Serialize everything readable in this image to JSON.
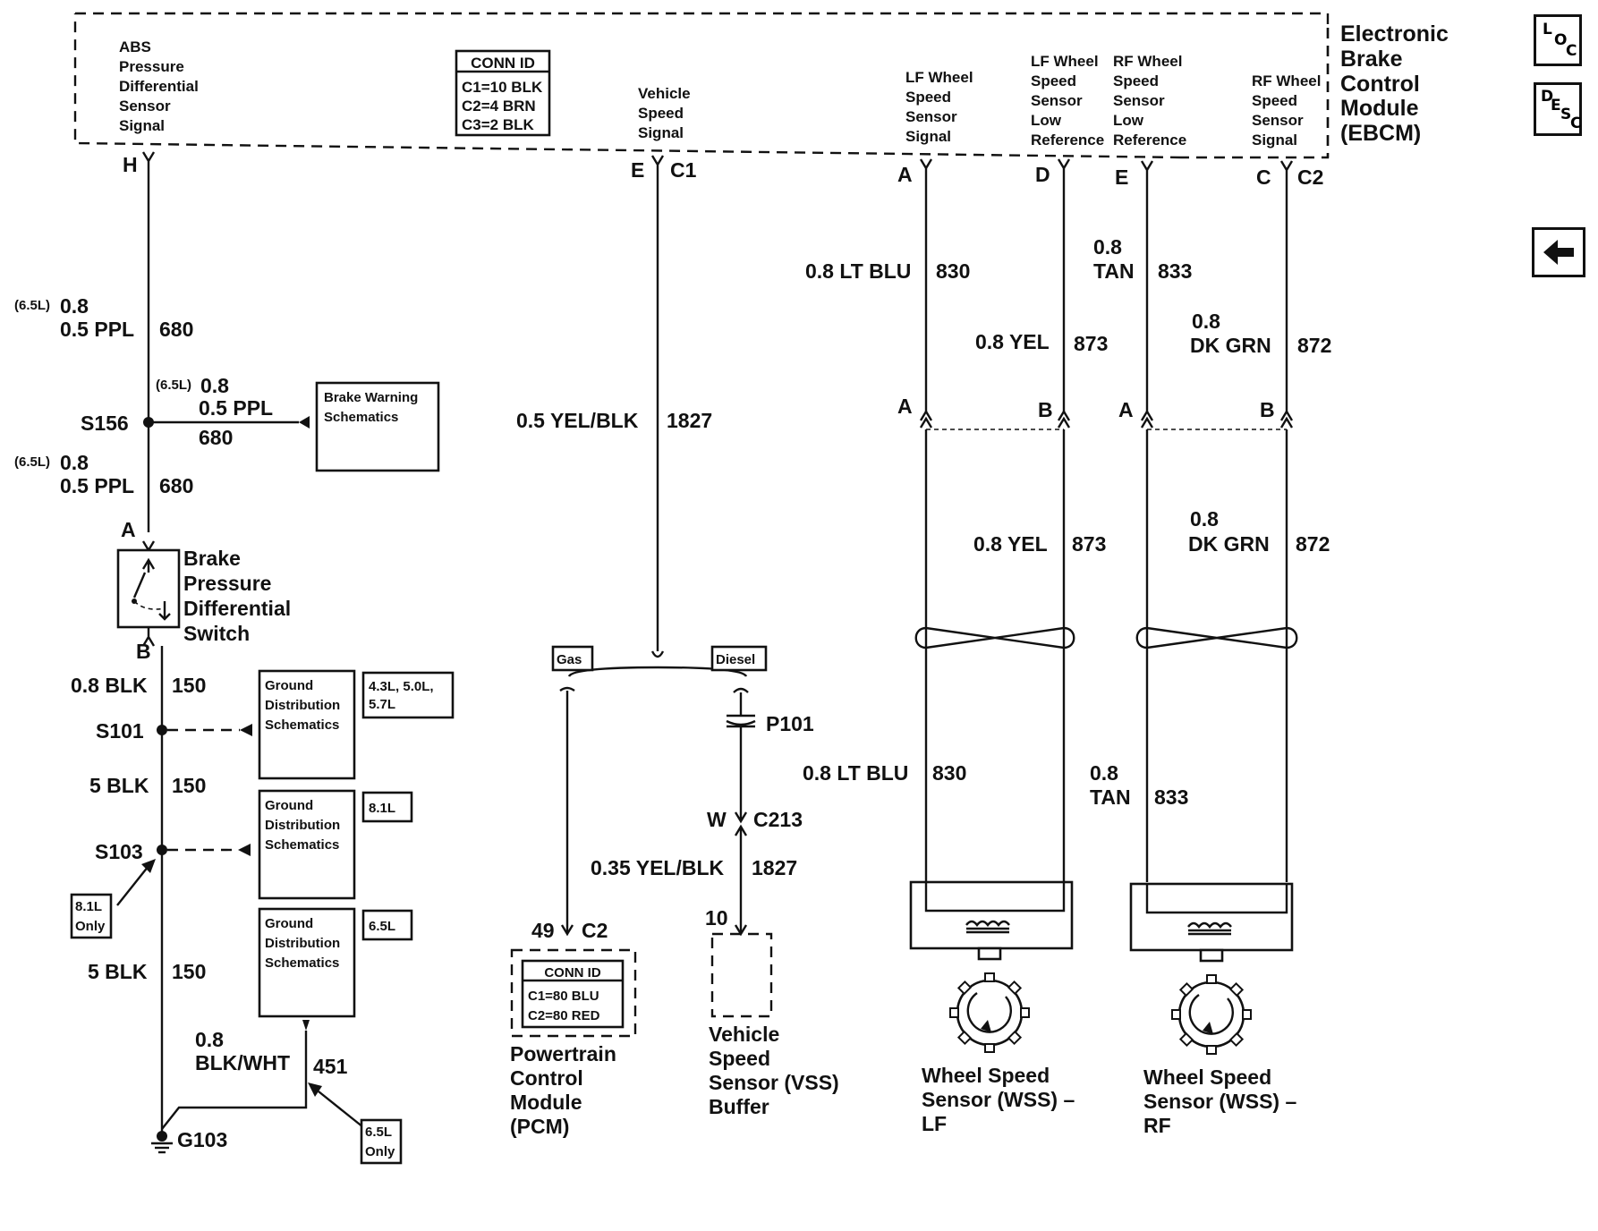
{
  "module": {
    "name_lines": [
      "Electronic",
      "Brake",
      "Control",
      "Module",
      "(EBCM)"
    ],
    "conn_id_title": "CONN ID",
    "conn_id_lines": [
      "C1=10 BLK",
      "C2=4 BRN",
      "C3=2 BLK"
    ],
    "signals": {
      "abs": [
        "ABS",
        "Pressure",
        "Differential",
        "Sensor",
        "Signal"
      ],
      "vss": [
        "Vehicle",
        "Speed",
        "Signal"
      ],
      "lf_signal": [
        "LF Wheel",
        "Speed",
        "Sensor",
        "Signal"
      ],
      "lf_low": [
        "LF Wheel",
        "Speed",
        "Sensor",
        "Low",
        "Reference"
      ],
      "rf_low": [
        "RF Wheel",
        "Speed",
        "Sensor",
        "Low",
        "Reference"
      ],
      "rf_signal": [
        "RF Wheel",
        "Speed",
        "Sensor",
        "Signal"
      ]
    },
    "pins": {
      "h": "H",
      "e": "E",
      "c1": "C1",
      "a": "A",
      "d": "D",
      "e2": "E",
      "c": "C",
      "c2": "C2"
    }
  },
  "left_circuit": {
    "note_65": "(6.5L)",
    "w1_gauge_alt": "0.8",
    "w1_gauge": "0.5 PPL",
    "w1_circuit": "680",
    "s156": "S156",
    "branch_note": "(6.5L)",
    "branch_gauge_alt": "0.8",
    "branch_gauge": "0.5 PPL",
    "branch_circuit": "680",
    "brake_warning": [
      "Brake Warning",
      "Schematics"
    ],
    "w2_note": "(6.5L)",
    "w2_gauge_alt": "0.8",
    "w2_gauge": "0.5 PPL",
    "w2_circuit": "680",
    "switch_pin_a": "A",
    "switch_pin_b": "B",
    "switch_name": [
      "Brake",
      "Pressure",
      "Differential",
      "Switch"
    ],
    "w3_gauge": "0.8 BLK",
    "w3_circuit": "150",
    "s101": "S101",
    "gd1": [
      "Ground",
      "Distribution",
      "Schematics"
    ],
    "gd1_engines": [
      "4.3L, 5.0L,",
      "5.7L"
    ],
    "w4_gauge": "5 BLK",
    "w4_circuit": "150",
    "s103": "S103",
    "gd2": [
      "Ground",
      "Distribution",
      "Schematics"
    ],
    "gd2_engines": [
      "8.1L"
    ],
    "only_81": [
      "8.1L",
      "Only"
    ],
    "w5_gauge": "5 BLK",
    "w5_circuit": "150",
    "gd3": [
      "Ground",
      "Distribution",
      "Schematics"
    ],
    "gd3_engines": [
      "6.5L"
    ],
    "w6_gauge_top": "0.8",
    "w6_gauge": "BLK/WHT",
    "w6_circuit": "451",
    "only_65": [
      "6.5L",
      "Only"
    ],
    "g103": "G103"
  },
  "vss_circuit": {
    "w1_gauge": "0.5 YEL/BLK",
    "w1_circuit": "1827",
    "gas": "Gas",
    "diesel": "Diesel",
    "p101": "P101",
    "c213_pin": "W",
    "c213": "C213",
    "w2_gauge": "0.35 YEL/BLK",
    "w2_circuit": "1827",
    "pcm_pin": "49",
    "pcm_conn": "C2",
    "pcm_conn_id_title": "CONN ID",
    "pcm_conn_id_lines": [
      "C1=80 BLU",
      "C2=80 RED"
    ],
    "pcm_name": [
      "Powertrain",
      "Control",
      "Module",
      "(PCM)"
    ],
    "buffer_pin": "10",
    "buffer_name": [
      "Vehicle",
      "Speed",
      "Sensor (VSS)",
      "Buffer"
    ]
  },
  "wheel_circuits": {
    "lf_signal_gauge": "0.8 LT BLU",
    "lf_signal_circuit": "830",
    "lf_low_gauge": "0.8 YEL",
    "lf_low_circuit": "873",
    "rf_low_gauge_top": "0.8",
    "rf_low_gauge": "TAN",
    "rf_low_circuit": "833",
    "rf_signal_gauge_top": "0.8",
    "rf_signal_gauge": "DK GRN",
    "rf_signal_circuit": "872",
    "conn_a": "A",
    "conn_b": "B",
    "lower_lf_low_gauge": "0.8 YEL",
    "lower_lf_low_circuit": "873",
    "lower_rf_signal_gauge_top": "0.8",
    "lower_rf_signal_gauge": "DK GRN",
    "lower_rf_signal_circuit": "872",
    "lower_lf_signal_gauge": "0.8 LT BLU",
    "lower_lf_signal_circuit": "830",
    "lower_rf_low_gauge_top": "0.8",
    "lower_rf_low_gauge": "TAN",
    "lower_rf_low_circuit": "833",
    "wss_lf": [
      "Wheel Speed",
      "Sensor (WSS) –",
      "LF"
    ],
    "wss_rf": [
      "Wheel Speed",
      "Sensor (WSS) –",
      "RF"
    ]
  },
  "nav": {
    "loc": {
      "icon": "loc-icon",
      "l": "L",
      "o": "O",
      "c": "C"
    },
    "desc": {
      "icon": "desc-icon",
      "d": "D",
      "e": "E",
      "s": "S",
      "c": "C"
    },
    "back": {
      "icon": "back-arrow-icon"
    }
  }
}
